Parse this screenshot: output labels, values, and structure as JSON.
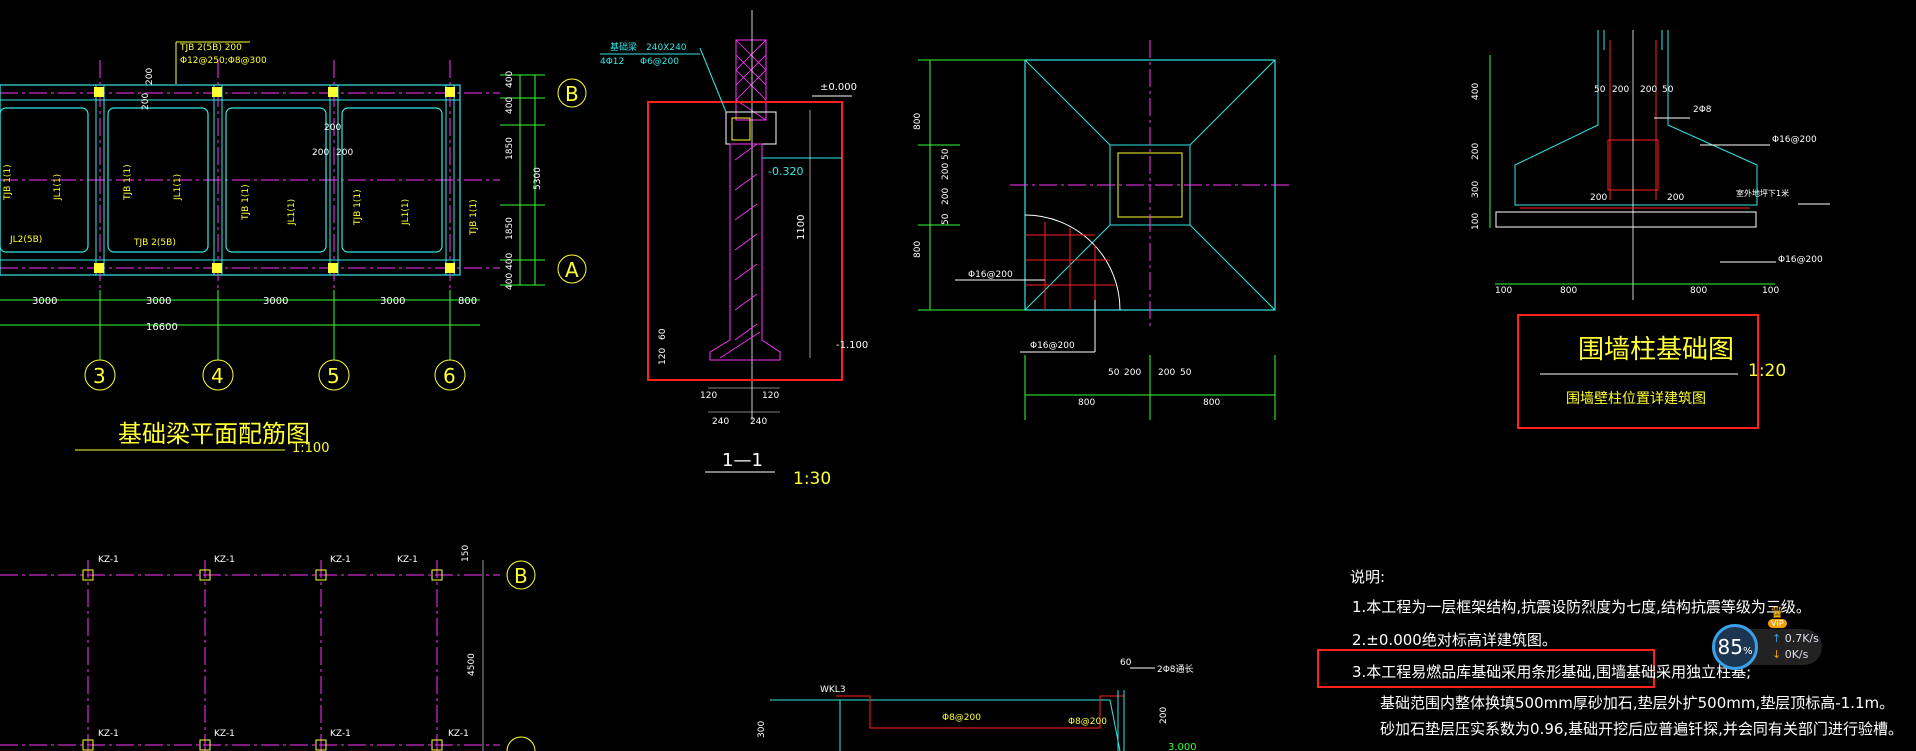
{
  "drawing": {
    "plan_title": "基础梁平面配筋图",
    "plan_scale": "1:100",
    "beam_label_1": "TJB 2(5B) 200",
    "beam_label_2": "Φ12@250;Φ8@300",
    "grid_b": "B",
    "grid_a": "A",
    "grid_3": "3",
    "grid_4": "4",
    "grid_5": "5",
    "grid_6": "6",
    "dim_3000": "3000",
    "dim_800": "800",
    "dim_16600": "16600",
    "dim_400": "400",
    "dim_1850": "1850",
    "dim_5300": "5300",
    "dim_200": "200",
    "tjb1": "TJB 1(1)",
    "jl1": "JL1(1)",
    "jl2": "JL2(5B)",
    "tjb2": "TJB 2(5B)",
    "section_title": "1—1",
    "section_scale": "1:30",
    "sec_beam": "基础梁",
    "sec_size": "240X240",
    "sec_bars": "4Φ12",
    "sec_stir": "Φ6@200",
    "sec_elev0": "±0.000",
    "sec_elev1": "-0.320",
    "sec_elev2": "-1.100",
    "sec_1100": "1100",
    "sec_60": "60",
    "sec_120": "120",
    "sec_240": "240",
    "ftg_bar": "Φ16@200",
    "ftg_800": "800",
    "ftg_50": "50",
    "pier_title": "围墙柱基础图",
    "pier_scale": "1:20",
    "pier_sub": "围墙壁柱位置详建筑图",
    "pier_2b8": "2Φ8",
    "pier_bar": "Φ16@200",
    "pier_grade": "室外地坪下1米",
    "pier_100": "100",
    "pier_300": "300",
    "pier_400": "400",
    "kz": "KZ-1",
    "dim_150": "150",
    "dim_4500": "4500",
    "wkl": "WKL3",
    "b_phi8": "Φ8@200",
    "b_phi8b": "Φ8@200",
    "b_2phi8": "2Φ8通长",
    "b_300": "300",
    "b_3000": "3.000",
    "notes_title": "说明:",
    "note1": "1.本工程为一层框架结构,抗震设防烈度为七度,结构抗震等级为三级。",
    "note2": "2.±0.000绝对标高详建筑图。",
    "note3": "3.本工程易燃品库基础采用条形基础,围墙基础采用独立柱基;",
    "note4": "基础范围内整体换填500mm厚砂加石,垫层外扩500mm,垫层顶标高-1.1m。",
    "note5": "砂加石垫层压实系数为0.96,基础开挖后应普遍钎探,并会同有关部门进行验槽。"
  },
  "widget": {
    "percent": "85",
    "percent_sign": "%",
    "upload": "0.7K/s",
    "download": "0K/s",
    "vip": "VIP",
    "up_arrow": "↑",
    "down_arrow": "↓",
    "crown": "♛"
  },
  "colors": {
    "background": "#000000",
    "cyan": "#33e6e6",
    "yellow": "#ffff33",
    "magenta": "#ff33ff",
    "green": "#33ff33",
    "red_box": "#ff2020"
  }
}
